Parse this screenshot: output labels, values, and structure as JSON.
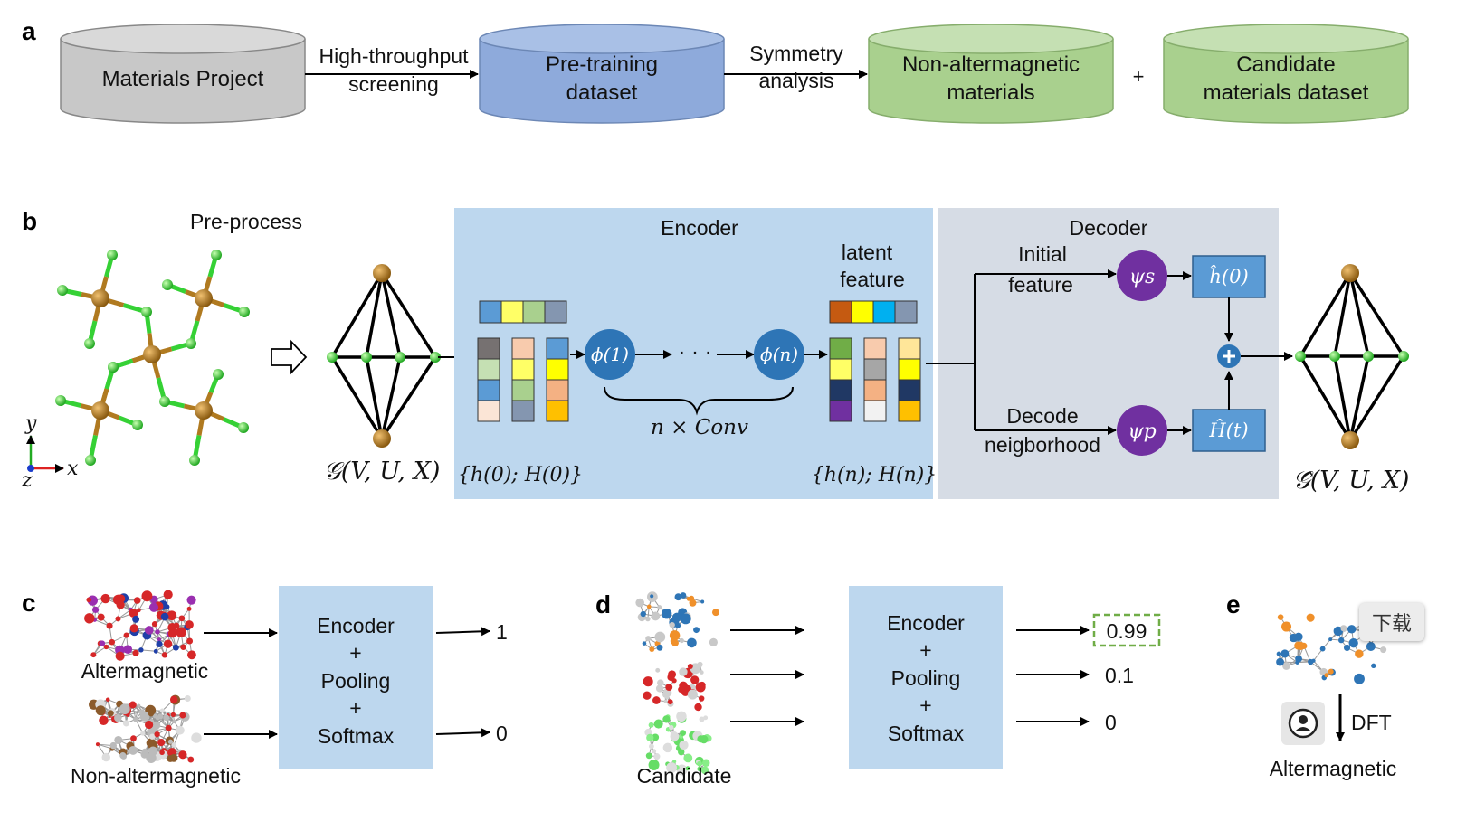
{
  "panel_letters": {
    "a": "a",
    "b": "b",
    "c": "c",
    "d": "d",
    "e": "e"
  },
  "panel_a": {
    "db1": "Materials Project",
    "arrow1": [
      "High-throughput",
      "screening"
    ],
    "db2": [
      "Pre-training",
      "dataset"
    ],
    "arrow2": [
      "Symmetry",
      "analysis"
    ],
    "db3": [
      "Non-altermagnetic",
      "materials"
    ],
    "plus": "+",
    "db4": [
      "Candidate",
      "materials dataset"
    ],
    "colors": {
      "gray": "#c8c8c8",
      "blue": "#8eaadb",
      "green": "#a9d08e"
    }
  },
  "panel_b": {
    "preprocess": "Pre-process",
    "graph_in": "𝒢(V, U, X)",
    "encoder": "Encoder",
    "decoder": "Decoder",
    "latent": [
      "latent",
      "feature"
    ],
    "conv": "n × Conv",
    "phi1": "ϕ(1)",
    "phin": "ϕ(n)",
    "dots": "· · ·",
    "set0": "{h(0); H(0)}",
    "setn": "{h(n); H(n)}",
    "initial": [
      "Initial",
      "feature"
    ],
    "neighborhood": [
      "Decode",
      "neigborhood"
    ],
    "psi_s": "ψs",
    "psi_p": "ψp",
    "h_hat": "ĥ(0)",
    "H_hat": "Ĥ(t)",
    "graph_out": "𝒢̂(V, U, X)",
    "axes": {
      "y": "y",
      "z": "z",
      "x": "x"
    },
    "colors": {
      "encoder_bg": "#bdd7ee",
      "decoder_bg": "#d6dce5",
      "node_purple": "#7030a0",
      "node_blue": "#2e75b6",
      "box_blue": "#5b9bd5"
    }
  },
  "panel_c": {
    "label1": "Altermagnetic",
    "label2": "Non-altermagnetic",
    "box": [
      "Encoder",
      "+",
      "Pooling",
      "+",
      "Softmax"
    ],
    "out1": "1",
    "out2": "0"
  },
  "panel_d": {
    "label": "Candidate",
    "box": [
      "Encoder",
      "+",
      "Pooling",
      "+",
      "Softmax"
    ],
    "out1": "0.99",
    "out2": "0.1",
    "out3": "0"
  },
  "panel_e": {
    "dft": "DFT",
    "result": "Altermagnetic",
    "download_badge": "下载",
    "user_icon": "user-icon"
  }
}
